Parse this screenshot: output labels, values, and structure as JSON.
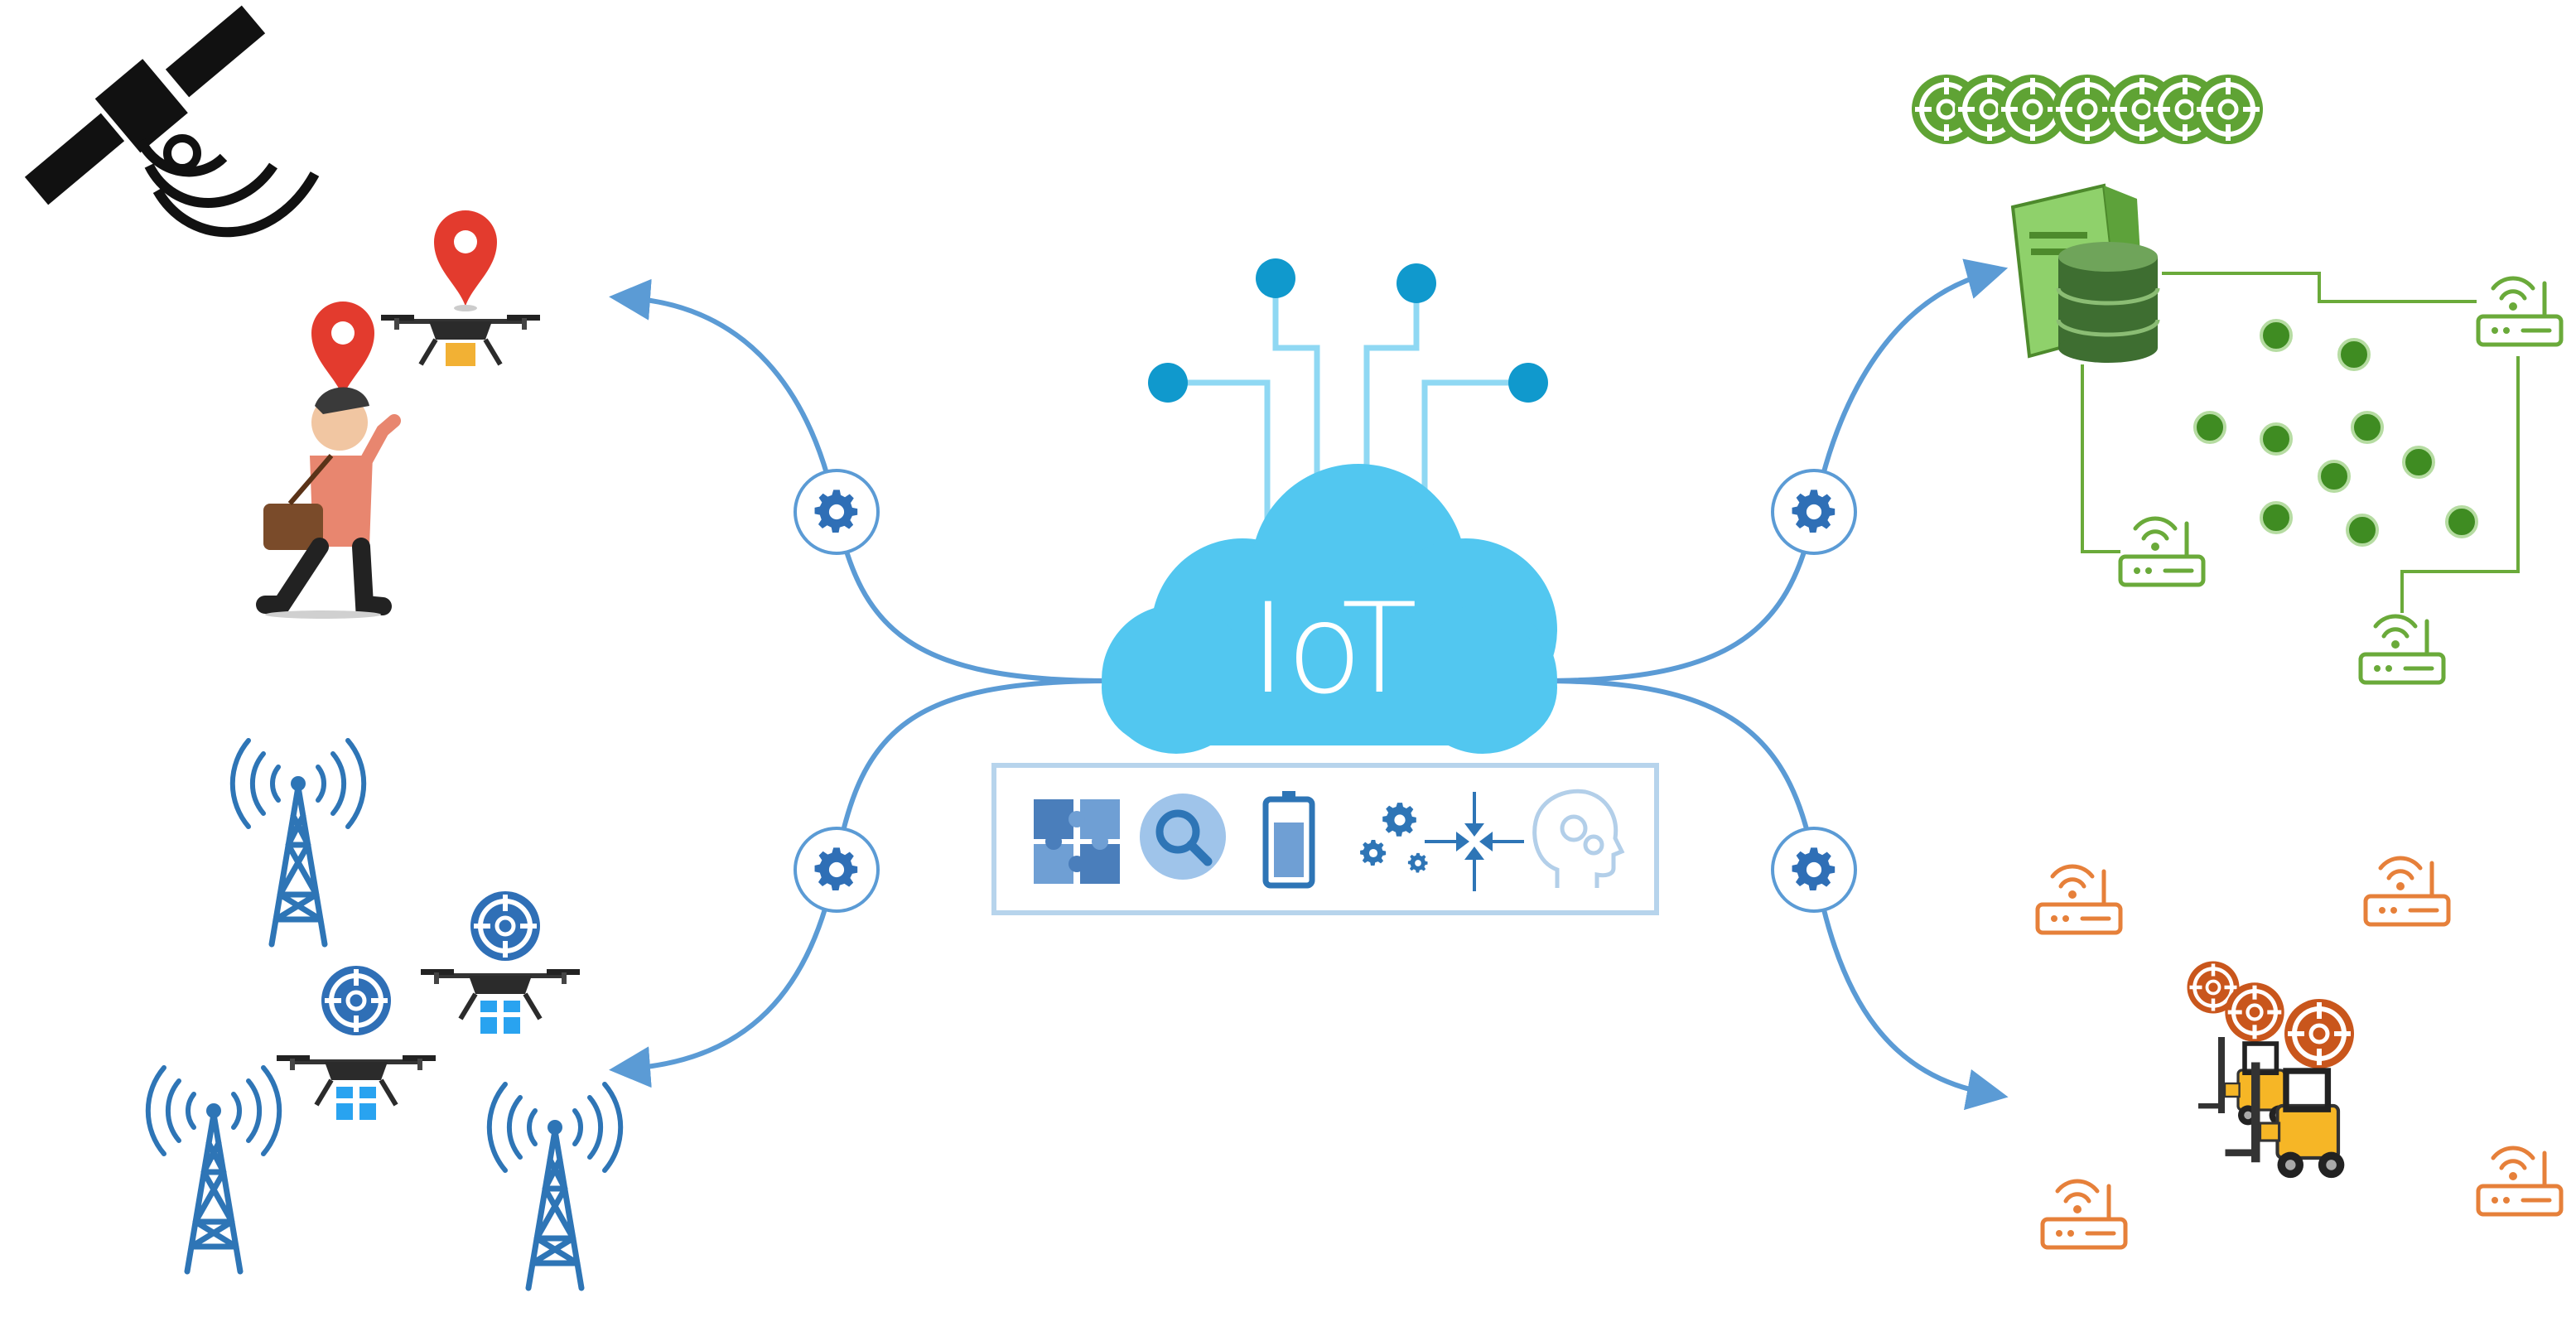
{
  "cloud": {
    "label": "IoT"
  },
  "colors": {
    "cloud": "#52c7f0",
    "circuit": "#8fd8f3",
    "node": "#1099cd",
    "connector": "#5b9bd5",
    "gear": "#2f6fb6",
    "green": "#6aaa3a",
    "green_dark": "#3d7a22",
    "orange": "#e6803a",
    "orange_dark": "#c9561c",
    "blue_icon": "#2e75b6",
    "pin": "#e33b2e"
  },
  "capabilities": [
    {
      "icon": "puzzle-icon"
    },
    {
      "icon": "magnifier-icon"
    },
    {
      "icon": "battery-icon"
    },
    {
      "icon": "gears-icon"
    },
    {
      "icon": "converge-arrows-icon"
    },
    {
      "icon": "head-gears-icon"
    }
  ],
  "branches": [
    {
      "icon": "gear-icon",
      "side": "top-left"
    },
    {
      "icon": "gear-icon",
      "side": "bottom-left"
    },
    {
      "icon": "gear-icon",
      "side": "top-right"
    },
    {
      "icon": "gear-icon",
      "side": "bottom-right"
    }
  ]
}
